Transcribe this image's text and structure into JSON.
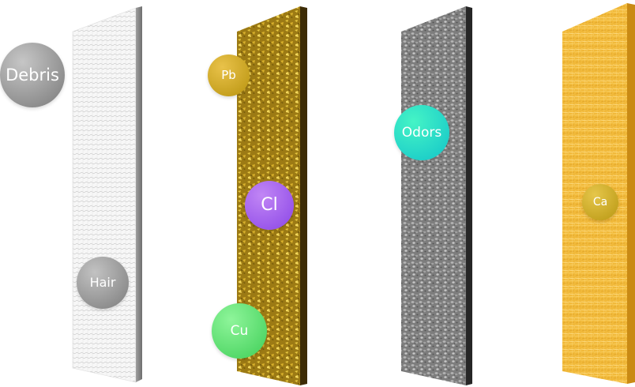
{
  "badges": {
    "debris": {
      "label": "Debris",
      "color_light": "#c6c6c6",
      "color_dark": "#7a7a7a"
    },
    "hair": {
      "label": "Hair",
      "color_light": "#c2c2c2",
      "color_dark": "#7c7c7c"
    },
    "pb": {
      "label": "Pb",
      "color_light": "#e9c24a",
      "color_dark": "#b8930e"
    },
    "cl": {
      "label": "Cl",
      "color_light": "#c186f5",
      "color_dark": "#8a45e6"
    },
    "cu": {
      "label": "Cu",
      "color_light": "#8ef59a",
      "color_dark": "#3fce57"
    },
    "odors": {
      "label": "Odors",
      "color_light": "#45f4c6",
      "color_dark": "#12c4c9"
    },
    "ca": {
      "label": "Ca",
      "color_light": "#e6c64a",
      "color_dark": "#b89712"
    }
  },
  "panels": {
    "mesh": {
      "face": "#f4f4f4",
      "edge": "#8d8d8d"
    },
    "kdf": {
      "face": "#b08a1e",
      "edge": "#4a3608"
    },
    "carbon": {
      "face": "#8a8a8a",
      "edge": "#2b2b2b"
    },
    "pp": {
      "face": "#f0bb3d",
      "edge": "#c98a14"
    }
  }
}
